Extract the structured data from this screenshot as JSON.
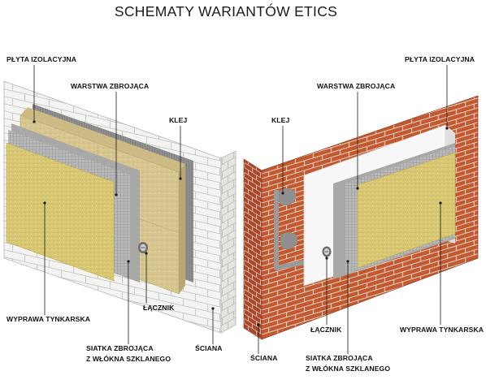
{
  "title": "SCHEMATY WARIANTÓW ETICS",
  "left_panel": {
    "labels": {
      "insulation_board": "PŁYTA IZOLACYJNA",
      "reinforcing_layer": "WARSTWA ZBROJĄCA",
      "adhesive": "KLEJ",
      "plaster_finish": "WYPRAWA TYNKARSKA",
      "anchor": "ŁĄCZNIK",
      "mesh_line1": "SIATKA ZBROJĄCA",
      "mesh_line2": "Z WŁÓKNA SZKLANEGO",
      "wall": "ŚCIANA"
    }
  },
  "right_panel": {
    "labels": {
      "insulation_board": "PŁYTA IZOLACYJNA",
      "reinforcing_layer": "WARSTWA ZBROJĄCA",
      "adhesive": "KLEJ",
      "plaster_finish": "WYPRAWA TYNKARSKA",
      "anchor": "ŁĄCZNIK",
      "mesh_line1": "SIATKA ZBROJĄCA",
      "mesh_line2": "Z WŁÓKNA SZKLANEGO",
      "wall": "ŚCIANA"
    }
  },
  "colors": {
    "white_brick": "#f4f4f2",
    "white_brick_mortar": "#c9c9c6",
    "red_brick": "#c4582f",
    "red_brick_mortar": "#e9d8cc",
    "mineral_wool": "#d8c690",
    "plaster": "#d9c873",
    "adhesive_gray": "#8e8e8e",
    "mesh_gray": "#b9b9b9",
    "eps_white": "#f7f7f7"
  }
}
